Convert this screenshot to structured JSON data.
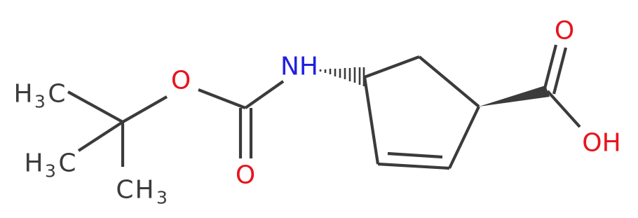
{
  "molecule": {
    "colors": {
      "bond": "#3b3b3b",
      "oxygen": "#e8141e",
      "nitrogen": "#2020e0",
      "carbon": "#3b3b3b"
    },
    "labels": {
      "h3c_top": {
        "h": "H",
        "digit": "3",
        "c": "C"
      },
      "h3c_mid": {
        "h": "H",
        "digit": "3",
        "c": "C"
      },
      "ch3_bottom": {
        "c": "C",
        "h": "H",
        "digit": "3"
      },
      "ester_o": "O",
      "carbonyl_o": "O",
      "nh": "NH",
      "acid_carbonyl_o": "O",
      "acid_oh": "OH"
    }
  }
}
